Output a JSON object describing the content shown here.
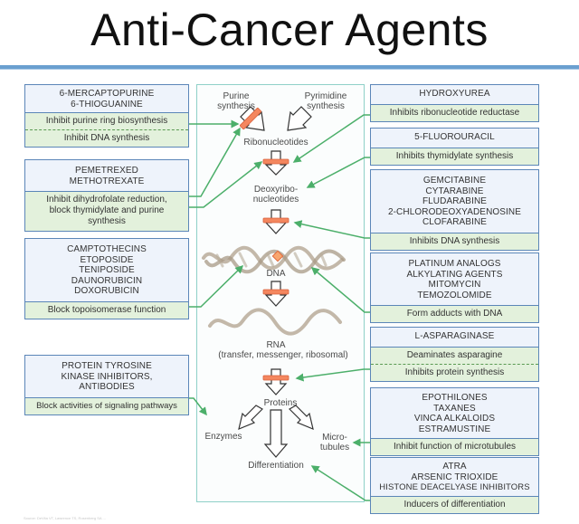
{
  "title": "Anti-Cancer Agents",
  "colors": {
    "title_rule": "#6a9fd0",
    "box_border": "#5b86b8",
    "drug_bg": "#eef3fb",
    "action_bg": "#e3f1dc",
    "connector": "#4caf6a",
    "block_bar": "#f07a55",
    "panel_border": "#8fd0c8",
    "helix": "#b8ab9a"
  },
  "left_boxes": [
    {
      "drugs": [
        "6-MERCAPTOPURINE",
        "6-THIOGUANINE"
      ],
      "actions": [
        "Inhibit purine ring biosynthesis",
        "Inhibit DNA synthesis"
      ]
    },
    {
      "drugs": [
        "PEMETREXED",
        "METHOTREXATE"
      ],
      "actions": [
        "Inhibit dihydrofolate reduction, block thymidylate and purine synthesis"
      ]
    },
    {
      "drugs": [
        "CAMPTOTHECINS",
        "ETOPOSIDE",
        "TENIPOSIDE",
        "DAUNORUBICIN",
        "DOXORUBICIN"
      ],
      "actions": [
        "Block topoisomerase function"
      ]
    },
    {
      "drugs": [
        "PROTEIN TYROSINE",
        "KINASE INHIBITORS,",
        "ANTIBODIES"
      ],
      "actions": [
        "Block activities of signaling pathways"
      ]
    }
  ],
  "right_boxes": [
    {
      "drugs": [
        "HYDROXYUREA"
      ],
      "actions": [
        "Inhibits ribonucleotide reductase"
      ]
    },
    {
      "drugs": [
        "5-FLUOROURACIL"
      ],
      "actions": [
        "Inhibits thymidylate synthesis"
      ]
    },
    {
      "drugs": [
        "GEMCITABINE",
        "CYTARABINE",
        "FLUDARABINE",
        "2-CHLORODEOXYADENOSINE",
        "CLOFARABINE"
      ],
      "actions": [
        "Inhibits DNA synthesis"
      ]
    },
    {
      "drugs": [
        "PLATINUM ANALOGS",
        "ALKYLATING AGENTS",
        "MITOMYCIN",
        "TEMOZOLOMIDE"
      ],
      "actions": [
        "Form adducts with DNA"
      ]
    },
    {
      "drugs": [
        "L-ASPARAGINASE"
      ],
      "actions": [
        "Deaminates asparagine",
        "Inhibits protein synthesis"
      ]
    },
    {
      "drugs": [
        "EPOTHILONES",
        "TAXANES",
        "VINCA ALKALOIDS",
        "ESTRAMUSTINE"
      ],
      "actions": [
        "Inhibit function of microtubules"
      ]
    },
    {
      "drugs": [
        "ATRA",
        "ARSENIC TRIOXIDE",
        "HISTONE DEACELYASE INHIBITORS"
      ],
      "actions": [
        "Inducers of differentiation"
      ]
    }
  ],
  "pathway": {
    "purine_synthesis": [
      "Purine",
      "synthesis"
    ],
    "pyrimidine_synthesis": [
      "Pyrimidine",
      "synthesis"
    ],
    "ribonucleotides": "Ribonucleotides",
    "deoxyribonucleotides": [
      "Deoxyribo-",
      "nucleotides"
    ],
    "dna": "DNA",
    "rna": "RNA",
    "rna_types": "(transfer, messenger, ribosomal)",
    "proteins": "Proteins",
    "enzymes": "Enzymes",
    "microtubules": [
      "Micro-",
      "tubules"
    ],
    "differentiation": "Differentiation"
  },
  "source": "Source: DeVita VT, Lawrence TS, Rosenberg SA ..."
}
